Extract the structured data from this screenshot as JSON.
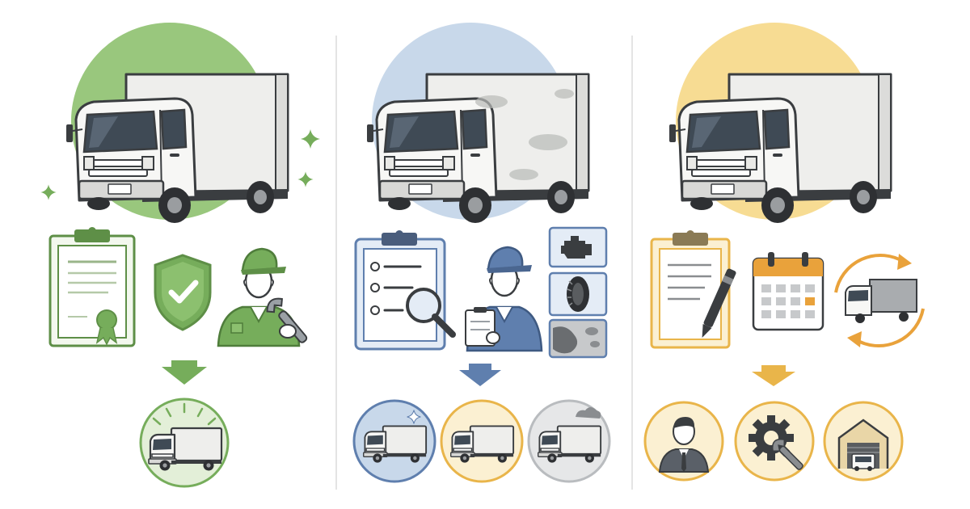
{
  "palette": {
    "green": "#76ad5b",
    "green_light": "#a8d08c",
    "green_pale": "#e3efd8",
    "blue": "#5f7fae",
    "blue_light": "#c8d8ea",
    "blue_pale": "#e4ecf6",
    "yellow": "#e9b54a",
    "yellow_light": "#f7dc93",
    "yellow_pale": "#fbf0d2",
    "gray": "#b9bcbf",
    "gray_pale": "#e6e7e8",
    "ink": "#3a3d40",
    "divider": "#dcdcdc"
  },
  "panels": [
    {
      "theme": "green",
      "truck_icon": "box-truck-clean-icon",
      "icons": [
        "clipboard-certificate-icon",
        "shield-check-icon",
        "mechanic-green-icon"
      ],
      "arrow": "down-arrow-green-icon",
      "results": [
        "shiny-truck-icon"
      ]
    },
    {
      "theme": "blue",
      "truck_icon": "box-truck-worn-icon",
      "icons": [
        "checklist-magnifier-icon",
        "inspector-blue-icon",
        "engine-icon",
        "tire-icon",
        "rust-icon"
      ],
      "arrow": "down-arrow-blue-icon",
      "results": [
        "sparkle-truck-icon",
        "standard-truck-icon",
        "smoke-truck-icon"
      ]
    },
    {
      "theme": "yellow",
      "truck_icon": "box-truck-icon",
      "icons": [
        "clipboard-pen-icon",
        "calendar-icon",
        "cycle-truck-icon"
      ],
      "arrow": "down-arrow-yellow-icon",
      "results": [
        "businessman-icon",
        "gear-wrench-icon",
        "garage-truck-icon"
      ]
    }
  ]
}
